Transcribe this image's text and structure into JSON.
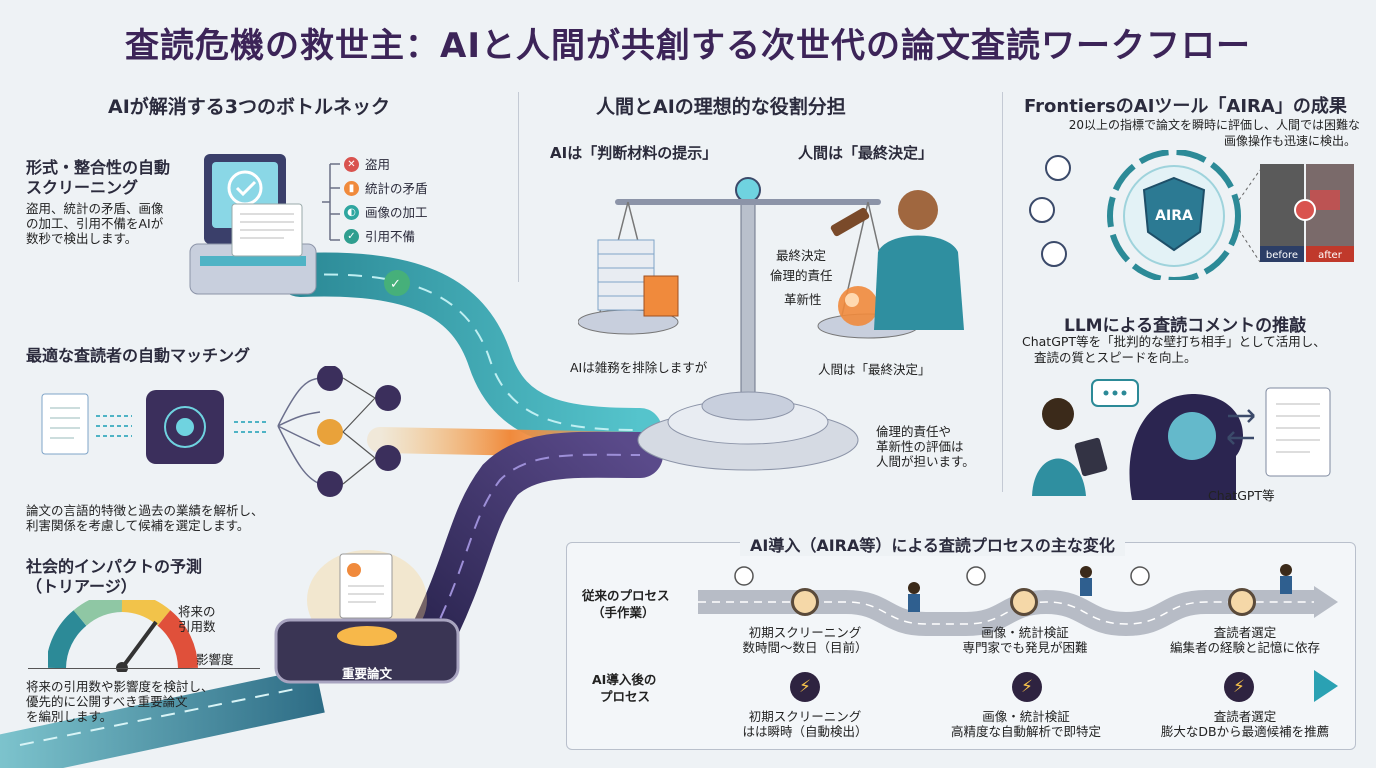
{
  "title": "査読危機の救世主：AIと人間が共創する次世代の論文査読ワークフロー",
  "left": {
    "heading": "AIが解消する3つのボトルネック",
    "screening": {
      "title_line1": "形式・整合性の自動",
      "title_line2": "スクリーニング",
      "desc_line1": "盗用、統計の矛盾、画像",
      "desc_line2": "の加工、引用不備をAIが",
      "desc_line3": "数秒で検出します。",
      "items": [
        "盗用",
        "統計の矛盾",
        "画像の加工",
        "引用不備"
      ]
    },
    "matching": {
      "title": "最適な査読者の自動マッチング",
      "desc_line1": "論文の言語的特徴と過去の業績を解析し、",
      "desc_line2": "利害関係を考慮して候補を選定します。"
    },
    "triage": {
      "title_line1": "社会的インパクトの予測",
      "title_line2": "（トリアージ）",
      "gauge_label1_line1": "将来の",
      "gauge_label1_line2": "引用数",
      "gauge_label2": "影響度",
      "desc_line1": "将来の引用数や影響度を検討し、",
      "desc_line2": "優先的に公開すべき重要論文",
      "desc_line3": "を編別します。",
      "badge": "重要論文"
    }
  },
  "center": {
    "heading": "人間とAIの理想的な役割分担",
    "ai_role": "AIは「判断材料の提示」",
    "human_role": "人間は「最終決定」",
    "right_pan_line1": "最終決定",
    "right_pan_line2": "倫理的責任",
    "right_pan_line3": "革新性",
    "bottom_left": "AIは雑務を排除しますが",
    "bottom_right": "人間は「最終決定」",
    "note_line1": "倫理的責任や",
    "note_line2": "革新性の評価は",
    "note_line3": "人間が担います。"
  },
  "right": {
    "heading": "FrontiersのAIツール「AIRA」の成果",
    "desc_line1": "20以上の指標で論文を瞬時に評価し、人間では困難な",
    "desc_line2": "画像操作も迅速に検出。",
    "shield_label": "AIRA",
    "before": "before",
    "after": "after",
    "llm_heading": "LLMによる査読コメントの推敲",
    "llm_desc_line1": "ChatGPT等を「批判的な壁打ち相手」として活用し、",
    "llm_desc_line2": "査読の質とスピードを向上。",
    "llm_label": "ChatGPT等"
  },
  "process": {
    "heading": "AI導入（AIRA等）による査読プロセスの主な変化",
    "old_label_line1": "従来のプロセス",
    "old_label_line2": "（手作業）",
    "new_label_line1": "AI導入後の",
    "new_label_line2": "プロセス",
    "old_steps": [
      {
        "line1": "初期スクリーニング",
        "line2": "数時間〜数日（目前）"
      },
      {
        "line1": "画像・統計検証",
        "line2": "専門家でも発見が困難"
      },
      {
        "line1": "査読者選定",
        "line2": "編集者の経験と記憶に依存"
      }
    ],
    "new_steps": [
      {
        "line1": "初期スクリーニング",
        "line2": "はは瞬時（自動検出）"
      },
      {
        "line1": "画像・統計検証",
        "line2": "高精度な自動解析で即特定"
      },
      {
        "line1": "査読者選定",
        "line2": "膨大なDBから最適候補を推薦"
      }
    ]
  },
  "colors": {
    "title": "#3c2458",
    "teal_road": "#3aa9b4",
    "purple_road": "#3b2a66",
    "orange_beam": "#f08a3c"
  }
}
